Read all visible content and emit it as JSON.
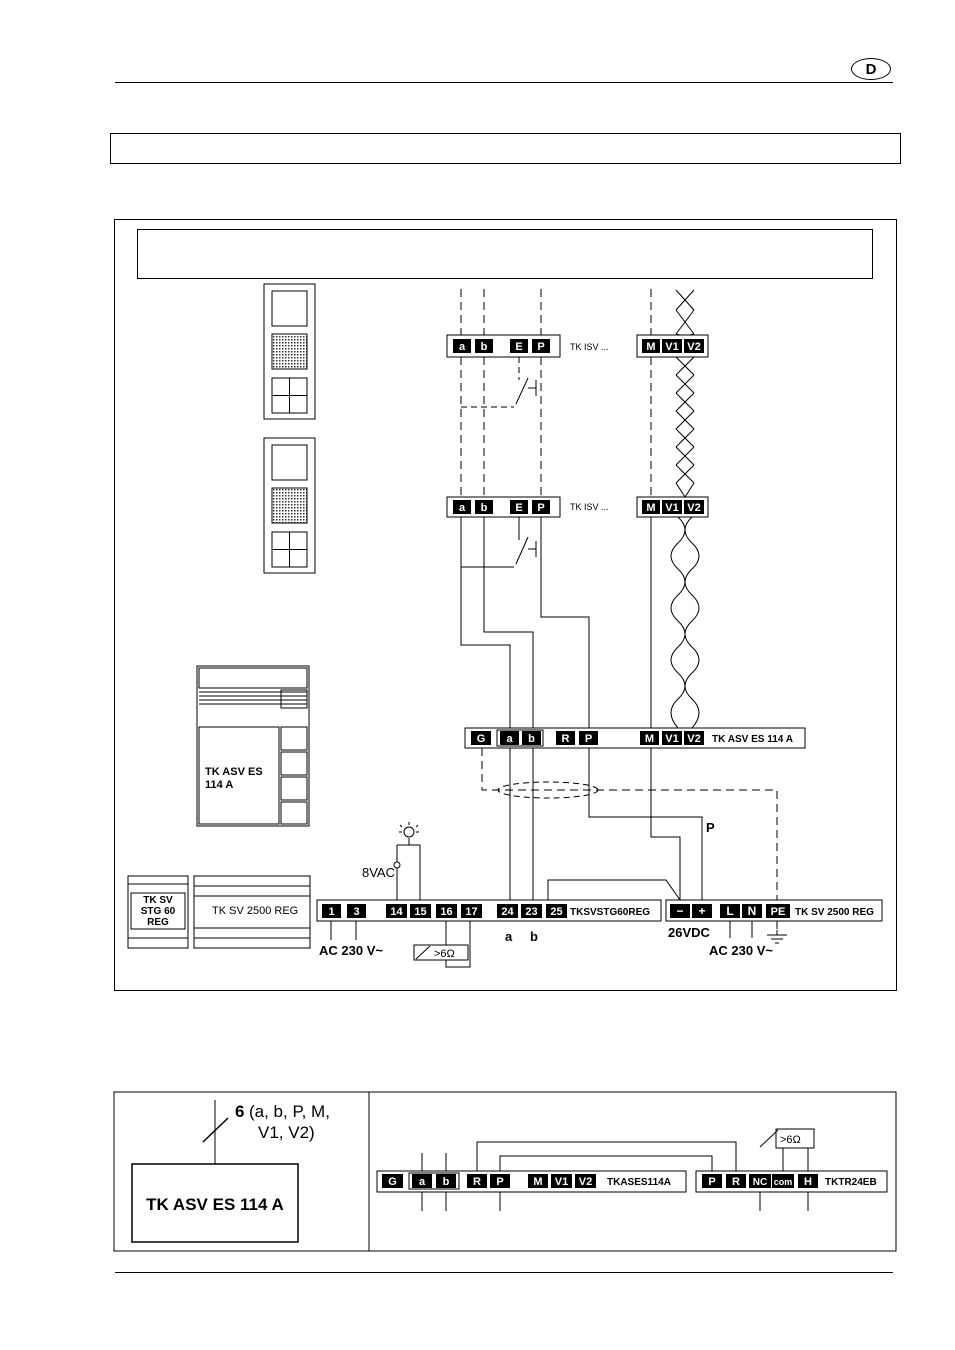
{
  "header": {
    "language_badge": "D"
  },
  "main_diagram": {
    "title_text": "",
    "note_text": "",
    "upper_isv_label": "TK ISV ...",
    "lower_isv_label": "TK ISV ...",
    "isv_terminals_left": [
      "a",
      "b"
    ],
    "isv_terminals_mid": [
      "E",
      "P"
    ],
    "isv_terminals_right": [
      "M",
      "V1",
      "V2"
    ],
    "asv_terminals": [
      "G",
      "a",
      "b",
      "R",
      "P",
      "M",
      "V1",
      "V2"
    ],
    "asv_label": "TK ASV ES 114 A",
    "asv_device_label_line1": "TK ASV ES",
    "asv_device_label_line2": "114 A",
    "stg_device_label_line1": "TK SV",
    "stg_device_label_line2": "STG 60",
    "stg_device_label_line3": "REG",
    "sv2500_device_label": "TK SV 2500 REG",
    "stg_terminals": [
      "1",
      "3",
      "14",
      "15",
      "16",
      "17",
      "24",
      "23",
      "25"
    ],
    "stg_label": "TKSVSTG60REG",
    "sv_terminals": [
      "−",
      "+",
      "L",
      "N",
      "PE"
    ],
    "sv_label": "TK SV 2500 REG",
    "label_8vac": "8VAC",
    "label_ac230_left": "AC 230 V~",
    "label_ac230_right": "AC 230 V~",
    "label_26vdc": "26VDC",
    "label_a": "a",
    "label_b": "b",
    "label_p": "P",
    "label_resistor": ">6Ω"
  },
  "bottom_diagram": {
    "bus_count": "6",
    "bus_signals_line1": "(a, b, P, M,",
    "bus_signals_line2": "V1, V2)",
    "device_label": "TK ASV ES 114 A",
    "asv_terminals": [
      "G",
      "a",
      "b",
      "R",
      "P",
      "M",
      "V1",
      "V2"
    ],
    "asv_label": "TKASES114A",
    "tr_terminals": [
      "P",
      "R",
      "NC",
      "com",
      "H"
    ],
    "tr_label": "TKTR24EB",
    "label_resistor": ">6Ω"
  }
}
